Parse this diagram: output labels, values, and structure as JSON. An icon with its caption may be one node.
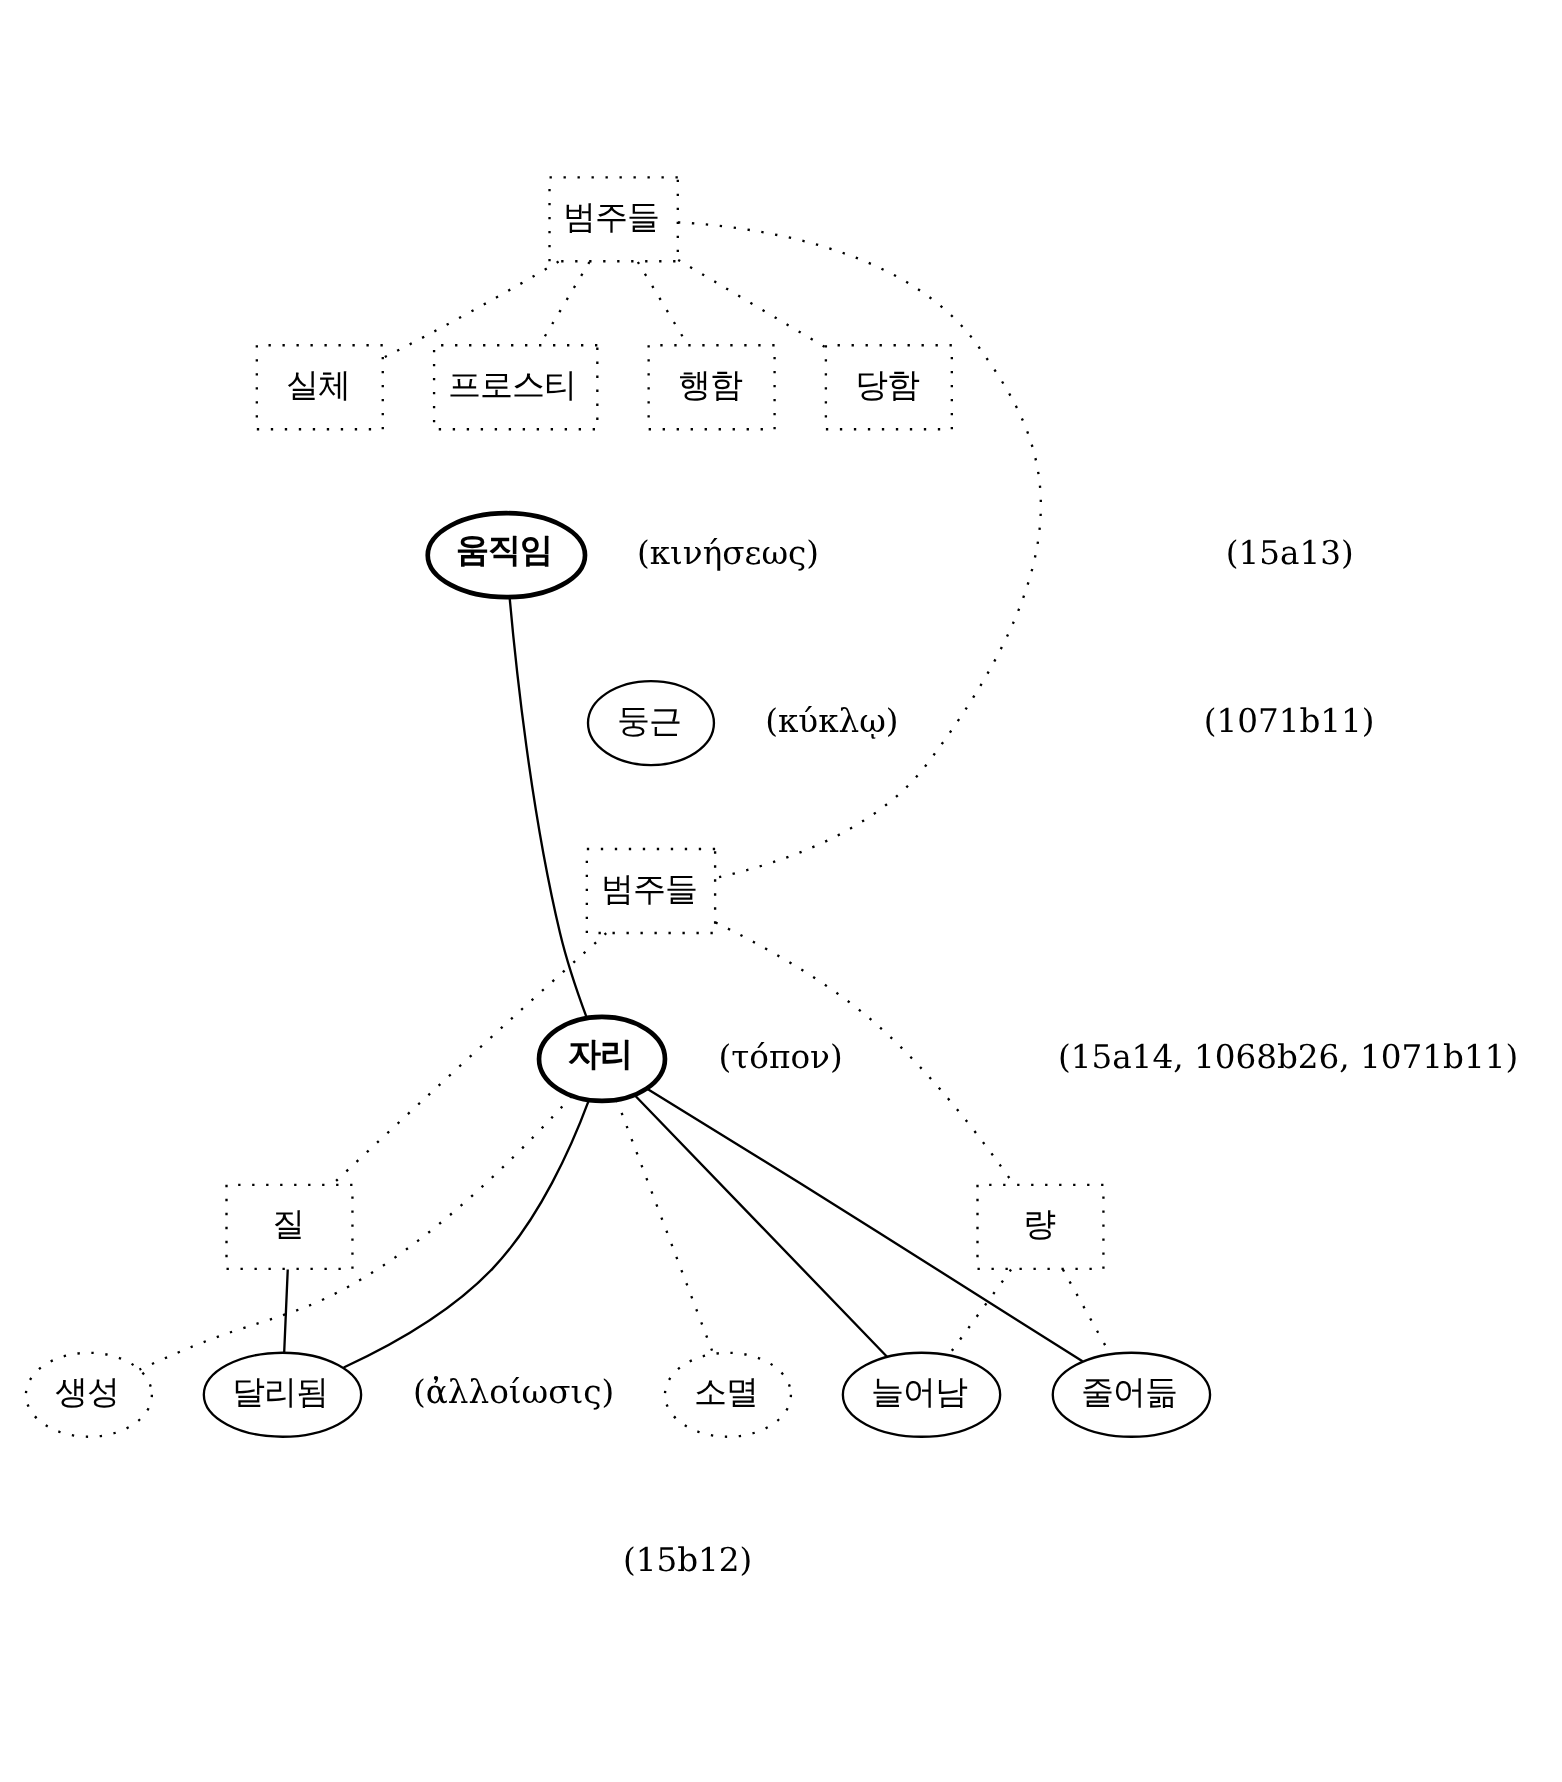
{
  "diagram": {
    "nodes": [
      {
        "text": [
          "범주들"
        ]
      },
      {
        "text": [
          "실체"
        ]
      },
      {
        "text": [
          "프로스티"
        ]
      },
      {
        "text": [
          "행함"
        ]
      },
      {
        "text": [
          "당함"
        ]
      },
      {
        "text": [
          "움직임"
        ],
        "beside": [
          "(κινήσεως)"
        ]
      },
      {
        "text": [
          "둥근"
        ],
        "beside": [
          "(κύκλῳ)"
        ]
      },
      {
        "text": [
          "범주들"
        ]
      },
      {
        "text": [
          "자리"
        ],
        "beside": [
          "(τόπον)"
        ]
      },
      {
        "text": [
          "질"
        ]
      },
      {
        "text": [
          "량"
        ]
      },
      {
        "text": [
          "생성"
        ]
      },
      {
        "text": [
          "소멸"
        ]
      },
      {
        "text": [
          "달리됨"
        ],
        "beside": [
          "(ἀλλοίωσις)"
        ]
      },
      {
        "text": [
          "늘어남"
        ]
      },
      {
        "text": [
          "줄어듦"
        ]
      }
    ],
    "edges": [
      {
        "from": 0,
        "to": 1,
        "arrow": "none",
        "style": "dashed"
      },
      {
        "from": 0,
        "to": 2,
        "arrow": "none",
        "style": "dashed"
      },
      {
        "from": 0,
        "to": 3,
        "arrow": "none",
        "style": "dashed"
      },
      {
        "from": 0,
        "to": 4,
        "arrow": "none",
        "style": "dashed"
      },
      {
        "from": 0,
        "to": 7,
        "arrow": "none",
        "style": "dashed"
      },
      {
        "from": 5,
        "to": 8,
        "arrow": "none"
      },
      {
        "from": 7,
        "to": 9,
        "arrow": "none",
        "style": "dashed"
      },
      {
        "from": 7,
        "to": 10,
        "arrow": "none",
        "style": "dashed"
      },
      {
        "from": 8,
        "to": 11,
        "arrow": "none",
        "style": "dashed"
      },
      {
        "from": 8,
        "to": 12,
        "arrow": "none",
        "style": "dashed"
      },
      {
        "from": 8,
        "to": 13,
        "arrow": "none"
      },
      {
        "from": 8,
        "to": 14,
        "arrow": "none"
      },
      {
        "from": 8,
        "to": 15,
        "arrow": "none"
      },
      {
        "from": 9,
        "to": 13,
        "arrow": "none"
      },
      {
        "from": 10,
        "to": 14,
        "arrow": "none",
        "style": "dashed"
      },
      {
        "from": 10,
        "to": 15,
        "arrow": "none",
        "style": "dashed"
      }
    ],
    "labels": [
      "(15a13)",
      "(1071b11)",
      "(15a14, 1068b26, 1071b11)",
      "(15b12)"
    ]
  }
}
